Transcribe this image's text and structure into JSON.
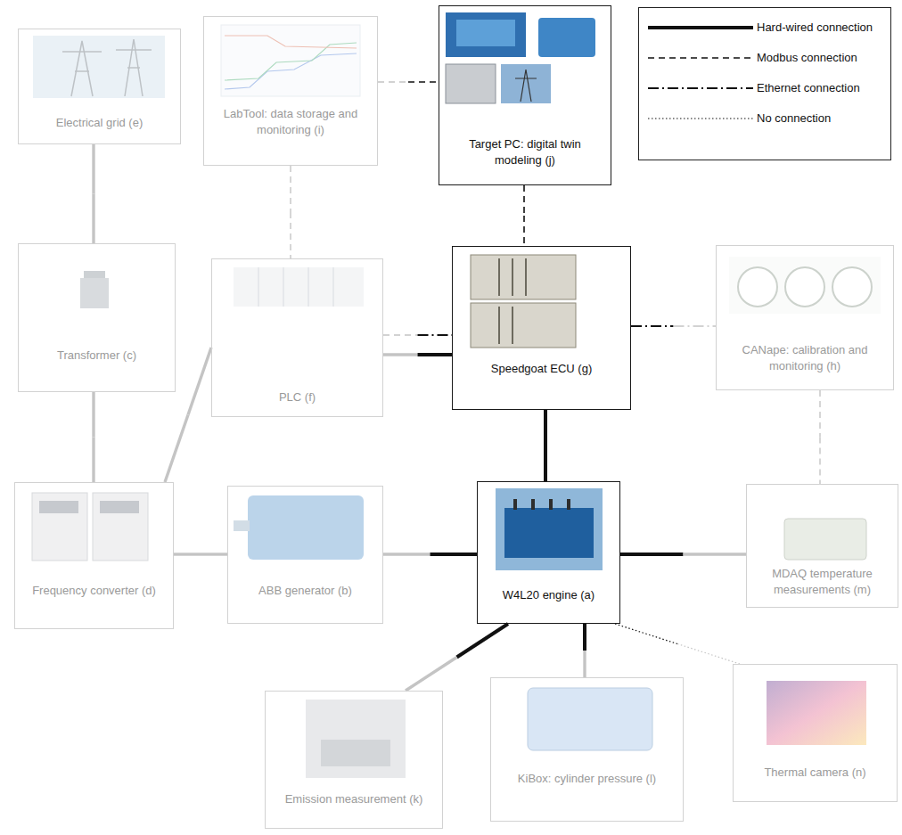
{
  "diagram": {
    "nodes": [
      {
        "text": [
          "Electrical grid (e)"
        ]
      },
      {
        "text": [
          "LabTool: data storage and monitoring (i)"
        ]
      },
      {
        "text": [
          "Target PC: digital twin modeling (j)"
        ]
      },
      {
        "text": [
          "Transformer (c)"
        ]
      },
      {
        "text": [
          "PLC (f)"
        ]
      },
      {
        "text": [
          "Speedgoat ECU (g)"
        ]
      },
      {
        "text": [
          "CANape: calibration and monitoring (h)"
        ]
      },
      {
        "text": [
          "Frequency converter (d)"
        ]
      },
      {
        "text": [
          "ABB generator (b)"
        ]
      },
      {
        "text": [
          "W4L20 engine (a)"
        ]
      },
      {
        "text": [
          "MDAQ temperature measurements (m)"
        ]
      },
      {
        "text": [
          "Emission measurement (k)"
        ]
      },
      {
        "text": [
          "KiBox: cylinder pressure (l)"
        ]
      },
      {
        "text": [
          "Thermal camera (n)"
        ]
      }
    ],
    "edges": [
      {
        "from": 0,
        "to": 3,
        "arrow": "none"
      },
      {
        "from": 3,
        "to": 7,
        "arrow": "none"
      },
      {
        "from": 1,
        "to": 2,
        "arrow": "none"
      },
      {
        "from": 1,
        "to": 4,
        "arrow": "none"
      },
      {
        "from": 2,
        "to": 5,
        "arrow": "none"
      },
      {
        "from": 4,
        "to": 5,
        "arrow": "none"
      },
      {
        "from": 4,
        "to": 5,
        "arrow": "none"
      },
      {
        "from": 5,
        "to": 6,
        "arrow": "none"
      },
      {
        "from": 6,
        "to": 10,
        "arrow": "none"
      },
      {
        "from": 7,
        "to": 4,
        "arrow": "none"
      },
      {
        "from": 7,
        "to": 8,
        "arrow": "none"
      },
      {
        "from": 8,
        "to": 9,
        "arrow": "none"
      },
      {
        "from": 5,
        "to": 9,
        "arrow": "none"
      },
      {
        "from": 9,
        "to": 10,
        "arrow": "none"
      },
      {
        "from": 9,
        "to": 11,
        "arrow": "none"
      },
      {
        "from": 9,
        "to": 12,
        "arrow": "none"
      },
      {
        "from": 9,
        "to": 13,
        "arrow": "none"
      }
    ],
    "legend": [
      {
        "text": "Hard-wired connection"
      },
      {
        "text": "Modbus connection"
      },
      {
        "text": "Ethernet connection"
      },
      {
        "text": "No connection"
      }
    ]
  }
}
